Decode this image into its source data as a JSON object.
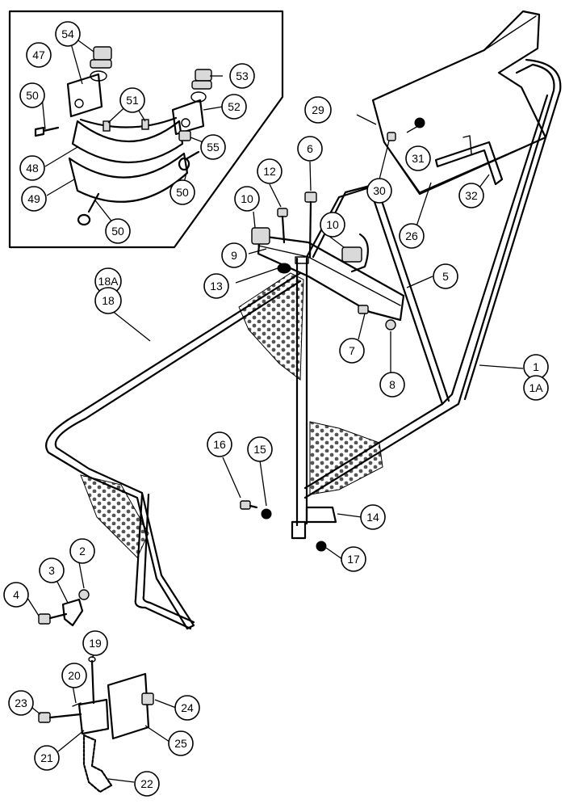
{
  "diagram": {
    "callouts": {
      "c1": "1",
      "c1a": "1A",
      "c2": "2",
      "c3": "3",
      "c4": "4",
      "c5": "5",
      "c6": "6",
      "c7": "7",
      "c8": "8",
      "c9": "9",
      "c10a": "10",
      "c10b": "10",
      "c12": "12",
      "c13": "13",
      "c14": "14",
      "c15": "15",
      "c16": "16",
      "c17": "17",
      "c18": "18",
      "c18a": "18A",
      "c19": "19",
      "c20": "20",
      "c21": "21",
      "c22": "22",
      "c23": "23",
      "c24": "24",
      "c25": "25",
      "c26": "26",
      "c29": "29",
      "c30": "30",
      "c31": "31",
      "c32": "32",
      "c47": "47",
      "c48": "48",
      "c49": "49",
      "c50a": "50",
      "c50b": "50",
      "c50c": "50",
      "c51": "51",
      "c52": "52",
      "c53": "53",
      "c54": "54",
      "c55": "55"
    }
  }
}
